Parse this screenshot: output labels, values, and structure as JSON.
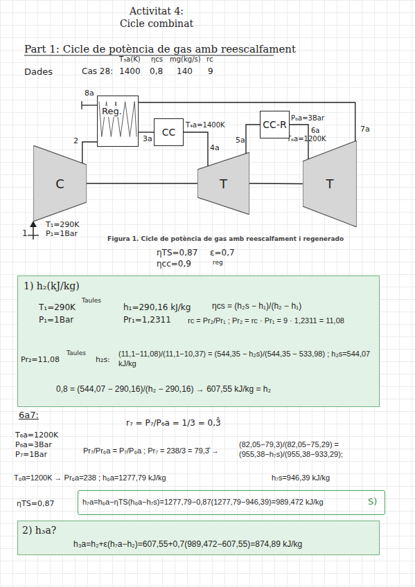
{
  "diagram": {
    "title": "Activitat 4: Cicle combinat",
    "caption": "Figura 1. Cicle de potència de gas amb reescalfament i regenerado",
    "nodes": [
      {
        "text": [
          "Reg."
        ]
      },
      {
        "text": [
          "CC"
        ]
      },
      {
        "text": [
          "CC-R"
        ]
      },
      {
        "text": [
          "C"
        ]
      },
      {
        "text": [
          "T"
        ]
      },
      {
        "text": [
          "T"
        ]
      },
      {
        "text": [
          "1) h₂(kJ/kg)",
          "T₁=290K",
          "P₁=1Bar",
          "Taules",
          "h₁=290,16 kJ/kg",
          "Pr₁=1,2311",
          "ηcs = (h₂s − h₁)/(h₂ − h₁)",
          "rc = Pr₂/Pr₁ ; Pr₂ = rc · Pr₁ = 9 · 1,2311 = 11,08",
          "Pr₂=11,08",
          "Taules",
          "h₂s:",
          "(11,1−11,08)/(11,1−10,37) = (544,35 − h₂s)/(544,35 − 533,98) ; h₂s=544,07 kJ/kg",
          "0,8 = (544,07 − 290,16)/(h₂ − 290,16) → 607,55 kJ/kg = h₂"
        ]
      },
      {
        "text": [
          "h₇a=h₆a−ηTS(h₆a−h₇s)=1277,79−0,87(1277,79−946,39)=989,472 kJ/kg",
          "S)"
        ]
      },
      {
        "text": [
          "2) h₃a?",
          "h₃a=h₂+ε(h₇a−h₂)=607,55+0,7(989,472−607,55)=874,89 kJ/kg"
        ]
      }
    ],
    "edges": [
      {
        "from": 3,
        "to": 0,
        "arrow": "none"
      },
      {
        "from": 0,
        "to": 1,
        "arrow": "none"
      },
      {
        "from": 1,
        "to": 4,
        "arrow": "none"
      },
      {
        "from": 4,
        "to": 2,
        "arrow": "none"
      },
      {
        "from": 2,
        "to": 5,
        "arrow": "none"
      },
      {
        "from": 5,
        "to": 0,
        "arrow": "none"
      },
      {
        "from": 3,
        "to": 4,
        "arrow": "none"
      },
      {
        "from": 4,
        "to": 5,
        "arrow": "none"
      }
    ],
    "labels": [
      "Part 1: Cicle de potència de gas amb reescalfament",
      "Dades",
      "T₃a(K)",
      "ηcs",
      "mg(kg/s)",
      "rc",
      "Cas 28:",
      "1400",
      "0,8",
      "140",
      "9",
      "8a",
      "2",
      "3a",
      "T₄a=1400K",
      "4a",
      "5a",
      "P₆a=3Bar",
      "6a",
      "T₆a=1200K",
      "7a",
      "T₁=290K",
      "P₁=1Bar",
      "1",
      "ηTS=0,87",
      "ε=0,7",
      "ηcc=0,9",
      "reg",
      "6a7:",
      "T₆a=1200K",
      "P₆a=3Bar",
      "P₇=1Bar",
      "r₇ = P₇/P₆a = 1/3 = 0,3̂",
      "Pr₇/Pr₆a = P₇/P₆a ; Pr₇ = 238/3 = 79,3̂ →",
      "(82,05−79,3)/(82,05−75,29) = (955,38−h₇s)/(955,38−933,29);",
      "T₆a=1200K → Pr₆a=238 ; h₆a=1277,79 kJ/kg",
      "h₇s=946,39 kJ/kg",
      "ηTS=0,87"
    ]
  }
}
